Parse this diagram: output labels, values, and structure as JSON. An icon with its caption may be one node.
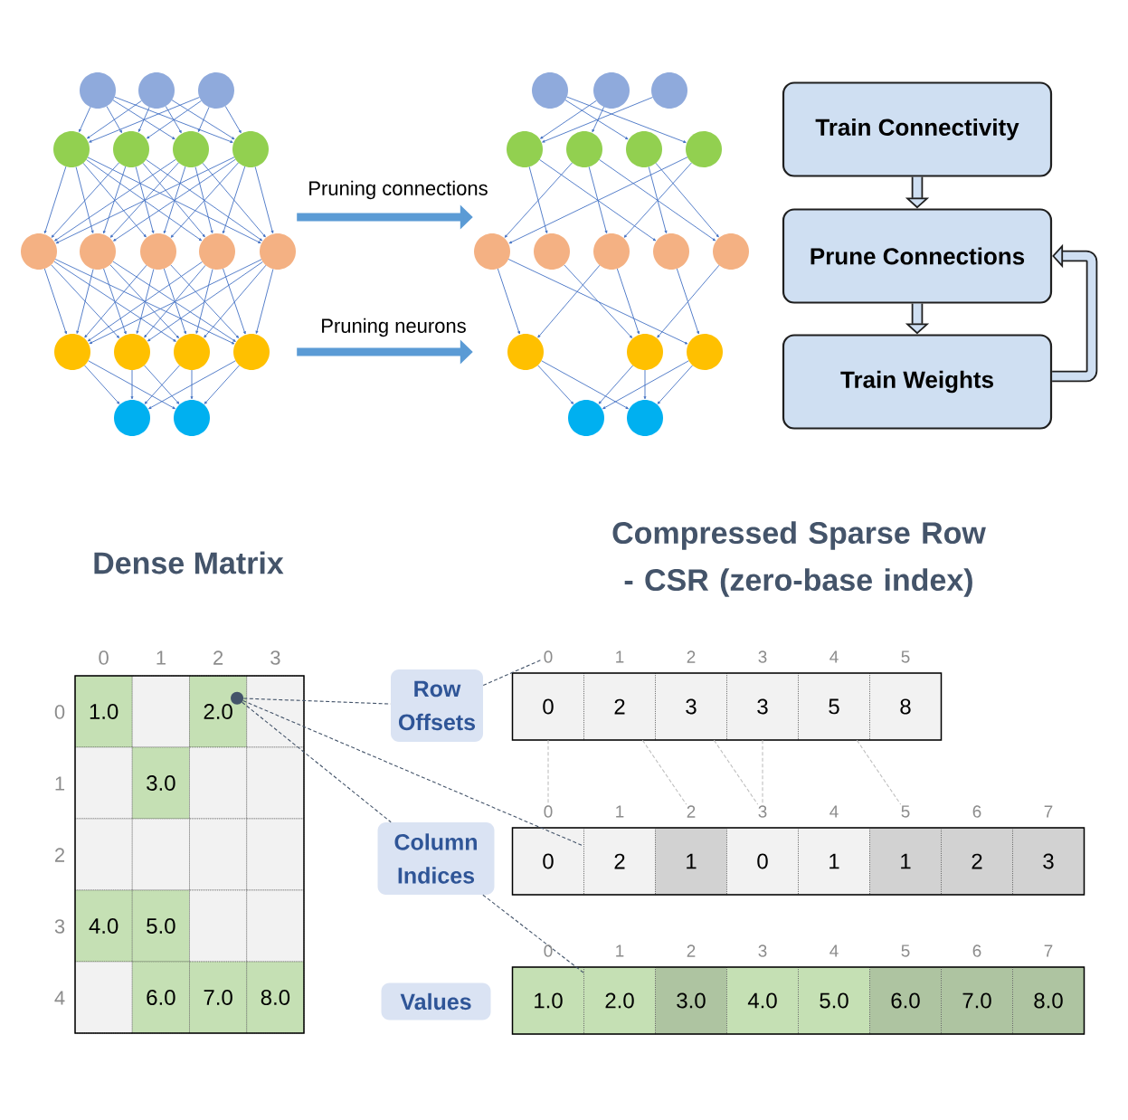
{
  "diagram": {
    "nodes": [
      {
        "text": [],
        "shape": "picture"
      },
      {
        "text": [],
        "shape": "picture"
      },
      {
        "text": [
          "Train Connectivity"
        ]
      },
      {
        "text": [
          "Prune Connections"
        ]
      },
      {
        "text": [
          "Train Weights"
        ]
      },
      {
        "text": [
          "1.0"
        ]
      },
      {
        "text": [],
        "shape": "box"
      },
      {
        "text": [
          "2.0"
        ]
      },
      {
        "text": [],
        "shape": "box"
      },
      {
        "text": [],
        "shape": "box"
      },
      {
        "text": [
          "3.0"
        ]
      },
      {
        "text": [],
        "shape": "box"
      },
      {
        "text": [],
        "shape": "box"
      },
      {
        "text": [],
        "shape": "box"
      },
      {
        "text": [],
        "shape": "box"
      },
      {
        "text": [],
        "shape": "box"
      },
      {
        "text": [],
        "shape": "box"
      },
      {
        "text": [
          "4.0"
        ]
      },
      {
        "text": [
          "5.0"
        ]
      },
      {
        "text": [],
        "shape": "box"
      },
      {
        "text": [],
        "shape": "box"
      },
      {
        "text": [],
        "shape": "box"
      },
      {
        "text": [
          "6.0"
        ]
      },
      {
        "text": [
          "7.0"
        ]
      },
      {
        "text": [
          "8.0"
        ]
      },
      {
        "text": [],
        "shape": "circle",
        "in": 7
      },
      {
        "text": [
          "Row Offsets"
        ]
      },
      {
        "text": [
          "0"
        ]
      },
      {
        "text": [
          "0"
        ]
      },
      {
        "text": [
          "2"
        ]
      },
      {
        "text": [
          "3"
        ]
      },
      {
        "text": [
          "3"
        ]
      },
      {
        "text": [
          "5"
        ]
      },
      {
        "text": [
          "8"
        ]
      },
      {
        "text": [
          "Column Indices"
        ]
      },
      {
        "text": [
          "0"
        ]
      },
      {
        "text": [
          "2"
        ]
      },
      {
        "text": [
          "3"
        ]
      },
      {
        "text": [
          "5"
        ]
      },
      {
        "text": [
          "0"
        ]
      },
      {
        "text": [
          "2"
        ]
      },
      {
        "text": [
          "1"
        ]
      },
      {
        "text": [
          "0"
        ]
      },
      {
        "text": [
          "1"
        ]
      },
      {
        "text": [
          "1"
        ]
      },
      {
        "text": [
          "2"
        ]
      },
      {
        "text": [
          "3"
        ]
      },
      {
        "text": [
          "Values"
        ]
      },
      {
        "text": [
          "1.0"
        ]
      },
      {
        "text": [
          "2.0"
        ]
      },
      {
        "text": [
          "3.0"
        ]
      },
      {
        "text": [
          "4.0"
        ]
      },
      {
        "text": [
          "5.0"
        ]
      },
      {
        "text": [
          "6.0"
        ]
      },
      {
        "text": [
          "7.0"
        ]
      },
      {
        "text": [
          "8.0"
        ]
      }
    ],
    "edges": [
      {
        "from": 0,
        "to": 1,
        "arrow": "to",
        "label": "Pruning connections",
        "style": "thick",
        "color": "#5b9bd5"
      },
      {
        "from": 0,
        "to": 1,
        "arrow": "to",
        "label": "Pruning neurons",
        "style": "thick",
        "color": "#5b9bd5"
      },
      {
        "from": 2,
        "to": 3,
        "arrow": "to",
        "style": "thick",
        "color": "#1f1f1f"
      },
      {
        "from": 3,
        "to": 4,
        "arrow": "to",
        "style": "thick",
        "color": "#1f1f1f"
      },
      {
        "from": 4,
        "to": 3,
        "arrow": "to",
        "style": "thick",
        "color": "#1f1f1f"
      },
      {
        "from": 25,
        "to": 26,
        "arrow": "none",
        "style": "dashed"
      },
      {
        "from": 26,
        "to": 27,
        "arrow": "none",
        "style": "dashed"
      },
      {
        "from": 25,
        "to": 40,
        "arrow": "none",
        "style": "dashed"
      },
      {
        "from": 25,
        "to": 34,
        "arrow": "none",
        "style": "dashed"
      },
      {
        "from": 34,
        "to": 49,
        "arrow": "none",
        "style": "dashed"
      },
      {
        "from": 28,
        "to": 35,
        "arrow": "none",
        "style": "dashed",
        "color": "#bfbfbf"
      },
      {
        "from": 29,
        "to": 36,
        "arrow": "none",
        "style": "dashed",
        "color": "#bfbfbf"
      },
      {
        "from": 30,
        "to": 37,
        "arrow": "none",
        "style": "dashed",
        "color": "#bfbfbf"
      },
      {
        "from": 31,
        "to": 37,
        "arrow": "none",
        "style": "dashed",
        "color": "#bfbfbf"
      },
      {
        "from": 32,
        "to": 38,
        "arrow": "none",
        "style": "dashed",
        "color": "#bfbfbf"
      }
    ],
    "labels": [
      "Dense Matrix",
      "Compressed Sparse Row - CSR (zero-base index)",
      "0",
      "1",
      "2",
      "3",
      "0",
      "1",
      "2",
      "3",
      "4",
      "1",
      "2",
      "3",
      "4",
      "5",
      "1",
      "4",
      "6",
      "7",
      "0",
      "1",
      "2",
      "3",
      "4",
      "5",
      "6",
      "7"
    ]
  }
}
